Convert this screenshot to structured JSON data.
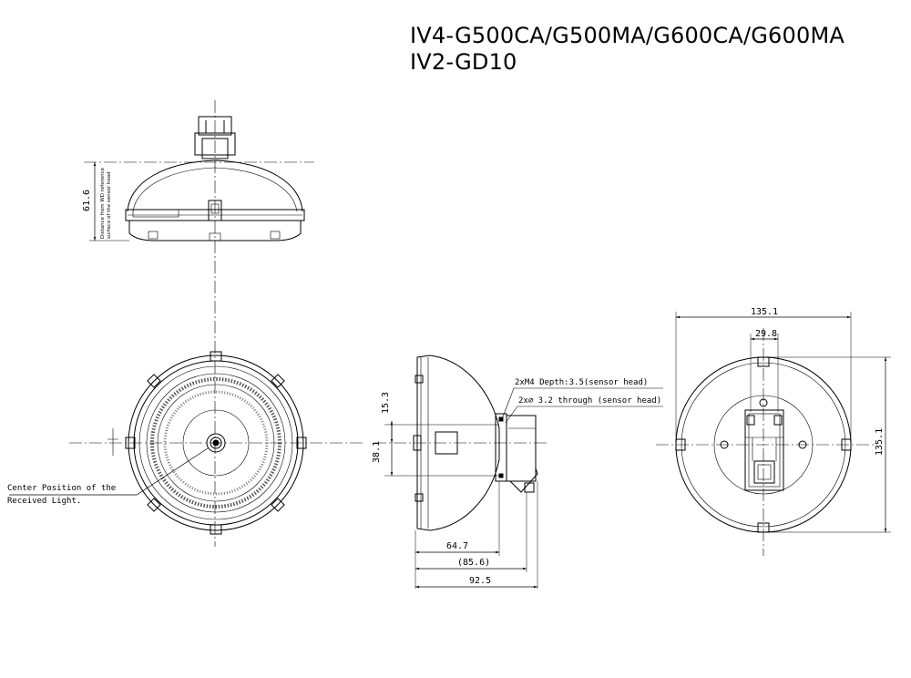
{
  "title": {
    "line1": "IV4-G500CA/G500MA/G600CA/G600MA",
    "line2": "IV2-GD10"
  },
  "top_view": {
    "height_dim": "61.6",
    "height_note_line1": "Distance from WD reference",
    "height_note_line2": "surface of the sensor head"
  },
  "front_view": {
    "callout_line1": "Center Position of the",
    "callout_line2": "Received Light."
  },
  "side_view": {
    "dim_15_3": "15.3",
    "dim_38_1": "38.1",
    "dim_64_7": "64.7",
    "dim_85_6": "(85.6)",
    "dim_92_5": "92.5",
    "note_m4": "2xM4 Depth:3.5(sensor head)",
    "note_hole": "2x⌀ 3.2 through (sensor head)"
  },
  "rear_view": {
    "dim_width": "135.1",
    "dim_inner": "29.8",
    "dim_height": "135.1"
  }
}
